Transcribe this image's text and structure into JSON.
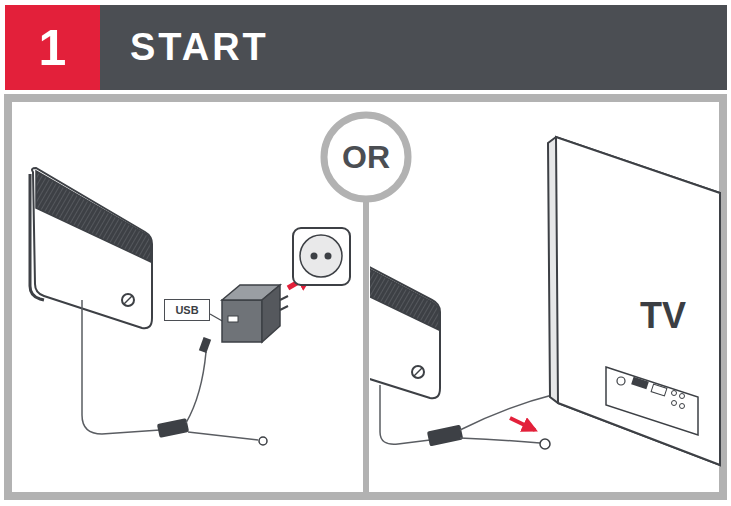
{
  "diagram": {
    "nodes": [
      {
        "text": [
          "1"
        ]
      },
      {
        "text": [
          "START"
        ]
      },
      {
        "text": [
          "OR"
        ]
      },
      {
        "text": [
          "USB"
        ]
      },
      {
        "text": [
          "TV"
        ]
      }
    ]
  }
}
